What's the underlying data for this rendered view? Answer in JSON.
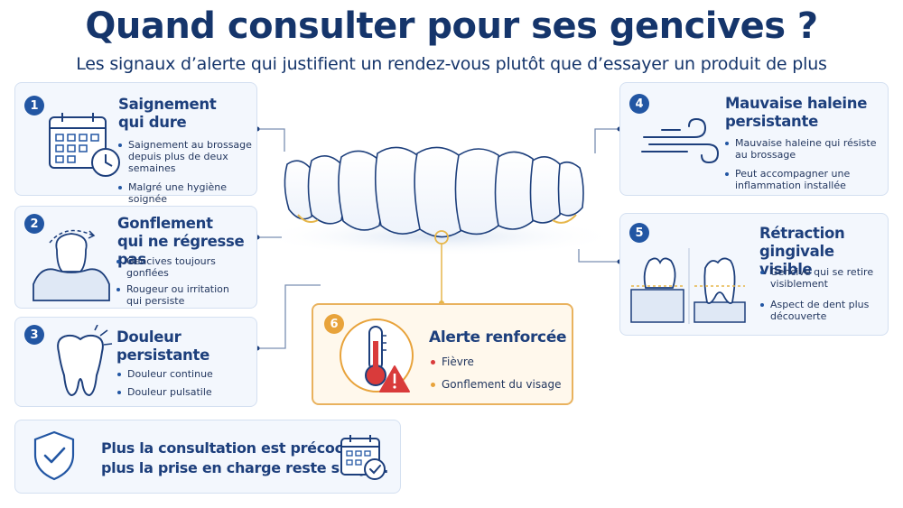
{
  "header": {
    "title": "Quand consulter pour ses gencives ?",
    "subtitle": "Les signaux d’alerte qui justifient un rendez-vous plutôt que d’essayer un produit de plus"
  },
  "cards": [
    {
      "number": "1",
      "title_line1": "Saignement",
      "title_line2": "qui dure",
      "icon": "calendar-clock-icon",
      "bullets": [
        [
          "Saignement au brossage",
          "depuis plus de deux semaines"
        ],
        [
          "Malgré une hygiène soignée"
        ]
      ]
    },
    {
      "number": "2",
      "title_line1": "Gonflement",
      "title_line2": "qui ne régresse pas",
      "icon": "swollen-gum-icon",
      "bullets": [
        [
          "Gencives toujours gonflées"
        ],
        [
          "Rougeur ou irritation",
          "qui persiste"
        ]
      ]
    },
    {
      "number": "3",
      "title_line1": "Douleur",
      "title_line2": "persistante",
      "icon": "tooth-pain-icon",
      "bullets": [
        [
          "Douleur continue"
        ],
        [
          "Douleur pulsatile"
        ]
      ]
    },
    {
      "number": "4",
      "title_line1": "Mauvaise haleine",
      "title_line2": "persistante",
      "icon": "breath-wind-icon",
      "bullets": [
        [
          "Mauvaise haleine qui résiste",
          "au brossage"
        ],
        [
          "Peut accompagner une",
          "inflammation installée"
        ]
      ]
    },
    {
      "number": "5",
      "title_line1": "Rétraction",
      "title_line2": "gingivale visible",
      "icon": "gum-recession-icon",
      "bullets": [
        [
          "Gencive qui se retire",
          "visiblement"
        ],
        [
          "Aspect de dent plus",
          "découverte"
        ]
      ]
    }
  ],
  "alert": {
    "number": "6",
    "title": "Alerte renforcée",
    "items": [
      "Fièvre",
      "Gonflement du visage"
    ]
  },
  "bottom": {
    "line1": "Plus la consultation est précoce,",
    "line2": "plus la prise en charge reste simple."
  },
  "colors": {
    "navy": "#15356b",
    "accent_blue": "#2256a3",
    "card_bg": "#f3f7fd",
    "alert_orange": "#e8a33b",
    "alert_red": "#d93b3b",
    "gum_line": "#e6b64a"
  }
}
